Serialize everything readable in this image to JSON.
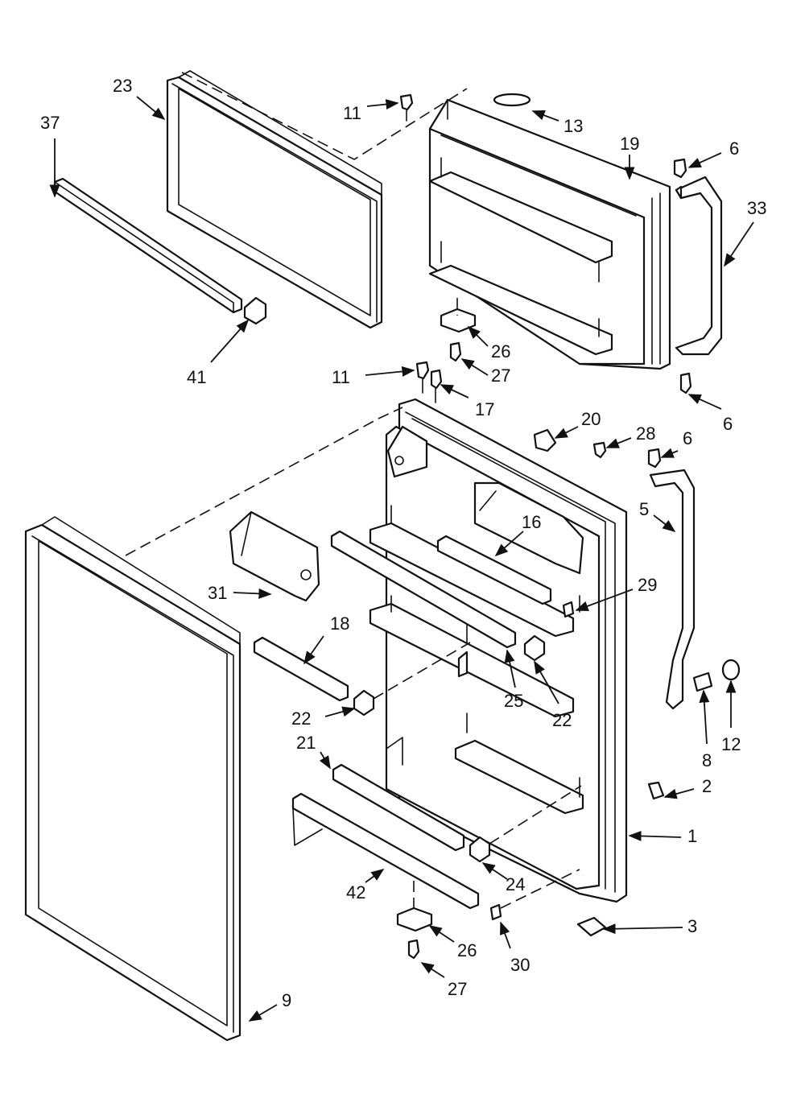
{
  "callouts": [
    {
      "id": "c-23a",
      "label": "23"
    },
    {
      "id": "c-37",
      "label": "37"
    },
    {
      "id": "c-11a",
      "label": "11"
    },
    {
      "id": "c-13",
      "label": "13"
    },
    {
      "id": "c-19",
      "label": "19"
    },
    {
      "id": "c-6a",
      "label": "6"
    },
    {
      "id": "c-33",
      "label": "33"
    },
    {
      "id": "c-26a",
      "label": "26"
    },
    {
      "id": "c-27a",
      "label": "27"
    },
    {
      "id": "c-41",
      "label": "41"
    },
    {
      "id": "c-11b",
      "label": "11"
    },
    {
      "id": "c-17",
      "label": "17"
    },
    {
      "id": "c-6b",
      "label": "6"
    },
    {
      "id": "c-20",
      "label": "20"
    },
    {
      "id": "c-28",
      "label": "28"
    },
    {
      "id": "c-6c",
      "label": "6"
    },
    {
      "id": "c-5",
      "label": "5"
    },
    {
      "id": "c-16",
      "label": "16"
    },
    {
      "id": "c-31",
      "label": "31"
    },
    {
      "id": "c-29",
      "label": "29"
    },
    {
      "id": "c-18",
      "label": "18"
    },
    {
      "id": "c-25",
      "label": "25"
    },
    {
      "id": "c-22a",
      "label": "22"
    },
    {
      "id": "c-22b",
      "label": "22"
    },
    {
      "id": "c-8",
      "label": "8"
    },
    {
      "id": "c-12",
      "label": "12"
    },
    {
      "id": "c-21",
      "label": "21"
    },
    {
      "id": "c-2",
      "label": "2"
    },
    {
      "id": "c-1",
      "label": "1"
    },
    {
      "id": "c-24",
      "label": "24"
    },
    {
      "id": "c-42",
      "label": "42"
    },
    {
      "id": "c-3",
      "label": "3"
    },
    {
      "id": "c-26b",
      "label": "26"
    },
    {
      "id": "c-30",
      "label": "30"
    },
    {
      "id": "c-27b",
      "label": "27"
    },
    {
      "id": "c-9",
      "label": "9"
    }
  ]
}
